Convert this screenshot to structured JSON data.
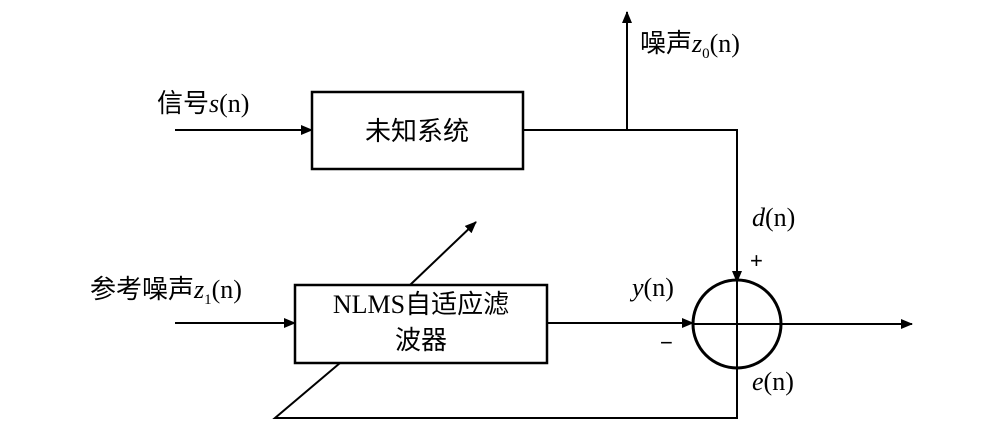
{
  "blocks": {
    "unknown_system": "未知系统",
    "nlms_filter_line1": "NLMS自适应滤",
    "nlms_filter_line2": "波器"
  },
  "labels": {
    "signal": {
      "prefix": "信号",
      "var": "s",
      "arg": "(n)"
    },
    "noise": {
      "prefix": "噪声",
      "var": "z",
      "sub": "0",
      "arg": "(n)"
    },
    "ref_noise": {
      "prefix": "参考噪声",
      "var": "z",
      "sub": "1",
      "arg": "(n)"
    },
    "d": {
      "var": "d",
      "arg": "(n)"
    },
    "y": {
      "var": "y",
      "arg": "(n)"
    },
    "e": {
      "var": "e",
      "arg": "(n)"
    },
    "plus": "+",
    "minus": "−"
  }
}
